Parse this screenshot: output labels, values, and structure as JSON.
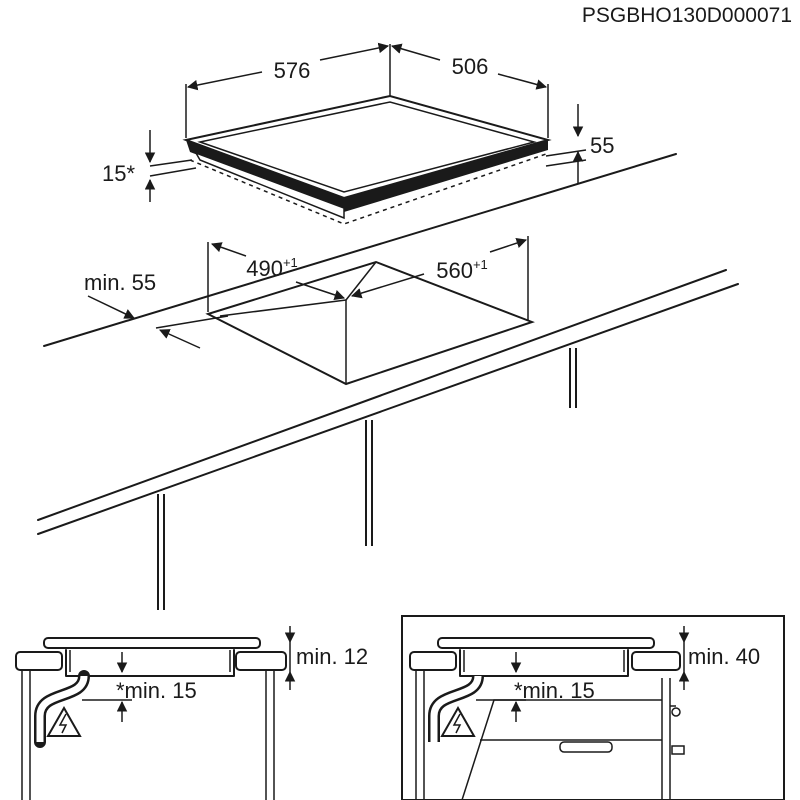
{
  "code": "PSGBHO130D000071",
  "hob_dimensions": {
    "width": "576",
    "depth": "506",
    "height": "55",
    "edge": "15*"
  },
  "cutout": {
    "width": "490",
    "width_tolerance": "+1",
    "depth": "560",
    "depth_tolerance": "+1",
    "min_edge": "min. 55"
  },
  "clearance_left": {
    "top": "min. 12",
    "below": "*min. 15"
  },
  "clearance_right": {
    "top": "min. 40",
    "below": "*min. 15"
  },
  "icons": [
    "electric-warning-icon",
    "electric-warning-icon"
  ]
}
